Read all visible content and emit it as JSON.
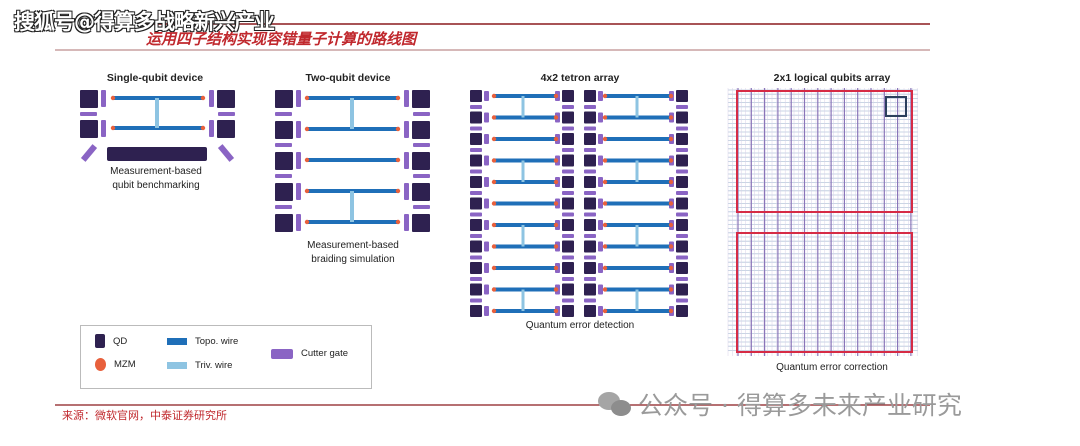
{
  "watermark_top": "搜狐号@得算多战略新兴产业",
  "title": "运用四子结构实现容错量子计算的路线图",
  "panels": [
    {
      "heading": "Single-qubit device",
      "caption": [
        "Measurement-based",
        "qubit benchmarking"
      ]
    },
    {
      "heading": "Two-qubit device",
      "caption": [
        "Measurement-based",
        "braiding simulation"
      ]
    },
    {
      "heading": "4x2 tetron array",
      "caption": [
        "Quantum error detection"
      ]
    },
    {
      "heading": "2x1 logical qubits array",
      "caption": [
        "Quantum error correction"
      ]
    }
  ],
  "legend": {
    "qd": "QD",
    "mzm": "MZM",
    "topo": "Topo. wire",
    "triv": "Triv. wire",
    "cutter": "Cutter gate"
  },
  "colors": {
    "qd": "#2e2150",
    "mzm": "#e8603c",
    "topo": "#1f6fb8",
    "triv": "#8ec4e2",
    "cutter": "#8a64c4",
    "red": "#c0282d",
    "logical_box": "#d62b45"
  },
  "source": "来源：微软官网，中泰证券研究所",
  "watermark_bottom": "公众号 · 得算多未来产业研究"
}
